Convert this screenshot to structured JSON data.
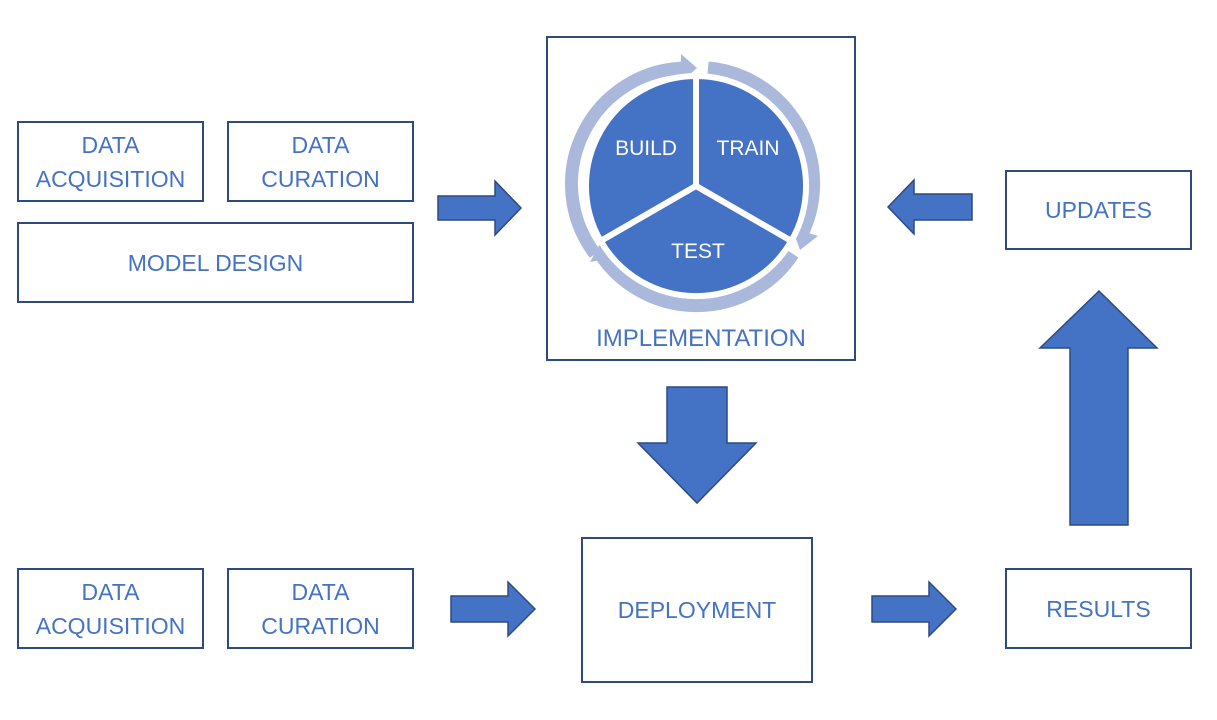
{
  "colors": {
    "accent": "#4472c4",
    "border": "#2f4a80",
    "ring": "#aab8dc"
  },
  "top": {
    "acquisition": "DATA\nACQUISITION",
    "curation": "DATA\nCURATION",
    "model_design": "MODEL DESIGN"
  },
  "implementation": {
    "label": "IMPLEMENTATION",
    "cycle": {
      "build": "BUILD",
      "train": "TRAIN",
      "test": "TEST"
    }
  },
  "updates": "UPDATES",
  "bottom": {
    "acquisition": "DATA\nACQUISITION",
    "curation": "DATA\nCURATION",
    "deployment": "DEPLOYMENT",
    "results": "RESULTS"
  }
}
